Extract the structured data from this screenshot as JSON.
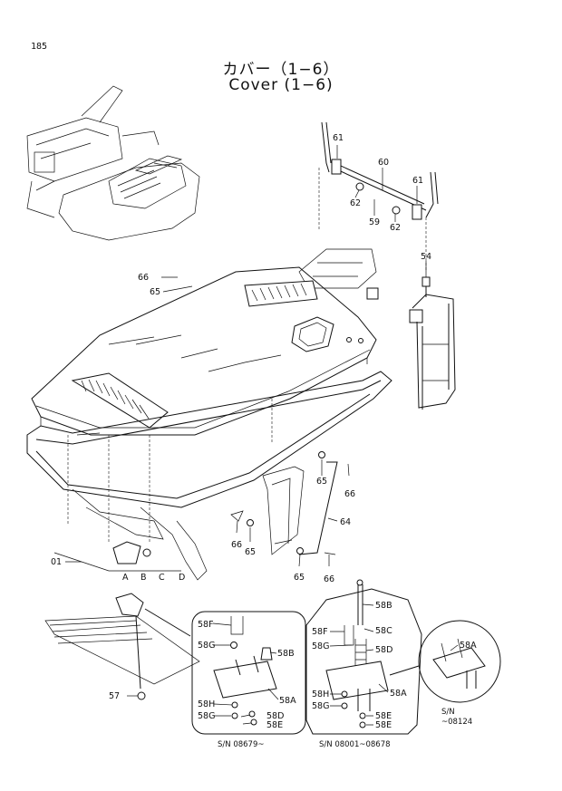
{
  "page_number": "185",
  "title_jp": "カバー（1−6）",
  "title_en": "Cover (1−6)",
  "callouts": {
    "p61a": "61",
    "p61b": "61",
    "p60": "60",
    "p62a": "62",
    "p62b": "62",
    "p59": "59",
    "p54": "54",
    "p66a": "66",
    "p65a": "65",
    "p65b": "65",
    "p66b": "66",
    "p64": "64",
    "p66c": "66",
    "p65c": "65",
    "p65d": "65",
    "p66d": "66",
    "p01": "01",
    "pA": "A",
    "pB": "B",
    "pC": "C",
    "pD": "D",
    "p57": "57",
    "i1_58F": "58F",
    "i1_58G": "58G",
    "i1_58B": "58B",
    "i1_58A": "58A",
    "i1_58H": "58H",
    "i1_58G2": "58G",
    "i1_58D": "58D",
    "i1_58E": "58E",
    "i2_58B": "58B",
    "i2_58F": "58F",
    "i2_58C": "58C",
    "i2_58G": "58G",
    "i2_58D": "58D",
    "i2_58A": "58A",
    "i2_58H": "58H",
    "i2_58G2": "58G",
    "i2_58E": "58E",
    "i2_58E2": "58E",
    "i3_58A": "58A"
  },
  "serials": {
    "inset1": "S/N 08679~",
    "inset2": "S/N 08001~08678",
    "inset3_line1": "S/N",
    "inset3_line2": "~08124"
  }
}
